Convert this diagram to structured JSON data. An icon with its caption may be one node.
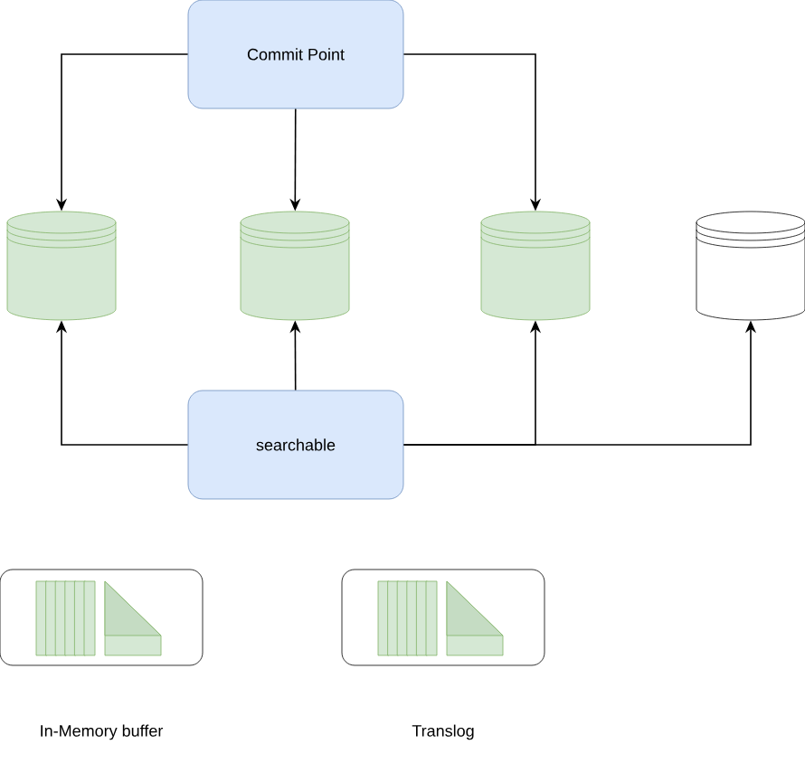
{
  "diagram": {
    "nodes": [
      {
        "text": [
          "Commit Point"
        ]
      },
      {
        "text": [],
        "shape": "cylinder"
      },
      {
        "text": [],
        "shape": "cylinder"
      },
      {
        "text": [],
        "shape": "cylinder"
      },
      {
        "text": [],
        "shape": "cylinder"
      },
      {
        "text": [
          "searchable"
        ]
      },
      {
        "text": [
          "In-Memory buffer"
        ]
      },
      {
        "text": [
          "Translog"
        ]
      }
    ],
    "edges": [
      {
        "from": 0,
        "to": 1,
        "arrow": "to"
      },
      {
        "from": 0,
        "to": 2,
        "arrow": "to"
      },
      {
        "from": 0,
        "to": 3,
        "arrow": "to"
      },
      {
        "from": 5,
        "to": 1,
        "arrow": "to"
      },
      {
        "from": 5,
        "to": 2,
        "arrow": "to"
      },
      {
        "from": 5,
        "to": 3,
        "arrow": "to"
      },
      {
        "from": 5,
        "to": 4,
        "arrow": "to"
      }
    ]
  }
}
